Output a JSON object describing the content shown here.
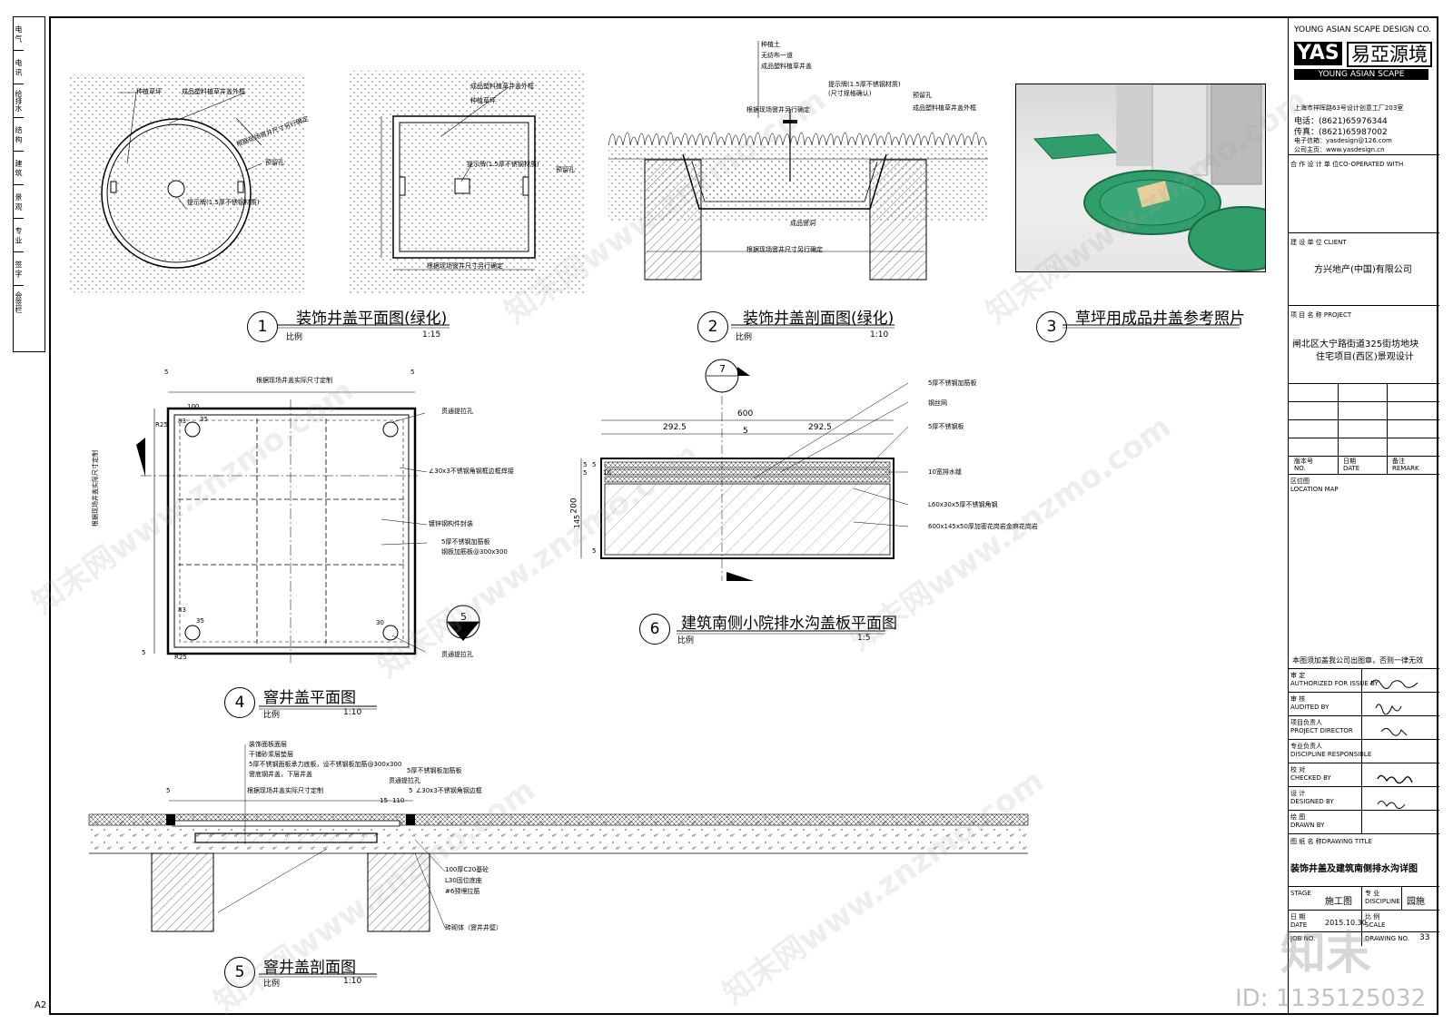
{
  "left_strip": [
    "电 气",
    "电 讯",
    "给排水",
    "结 构",
    "建 筑",
    "景 观",
    "专 业",
    "签 字",
    "会签栏"
  ],
  "sheet_size": "A2",
  "drawings": {
    "d1": {
      "number": "1",
      "title": "装饰井盖平面图(绿化)",
      "scale_label": "比例",
      "scale": "1:15",
      "notes": [
        "种植草坪",
        "成品塑料植草井盖外框",
        "根据现场窨井尺寸另行确定",
        "预留孔",
        "提示牌(1.5厚不锈钢材质)"
      ]
    },
    "d1b": {
      "notes": [
        "成品塑料植草井盖外框",
        "种植草坪",
        "提示牌(1.5厚不锈钢材质)",
        "预留孔",
        "根据现场窨井尺寸另行确定"
      ]
    },
    "d2": {
      "number": "2",
      "title": "装饰井盖剖面图(绿化)",
      "scale_label": "比例",
      "scale": "1:10",
      "notes": [
        "种植土",
        "无纺布一道",
        "成品塑料植草井盖",
        "提示牌(1.5厚不锈钢材质)",
        "(尺寸规格确认)",
        "预留孔",
        "成品塑料植草井盖外框",
        "根据现场窨井另行确定",
        "成品窨洞",
        "根据现场窨井尺寸另行确定"
      ]
    },
    "d3": {
      "number": "3",
      "title": "草坪用成品井盖参考照片"
    },
    "d4": {
      "number": "4",
      "title": "窨井盖平面图",
      "scale_label": "比例",
      "scale": "1:10",
      "notes": [
        "根据现场井盖实际尺寸定制",
        "贯通提拉孔",
        "∠30x3不锈钢角钢框边框焊接",
        "镀锌钢构件封装",
        "5厚不锈钢加筋板",
        "钢板加筋板@300x300",
        "贯通提拉孔",
        "根据现场井盖实际尺寸定制"
      ],
      "dims": [
        "5",
        "R25",
        "100",
        "35",
        "83",
        "5",
        "R25",
        "83",
        "35",
        "30",
        "5"
      ]
    },
    "d5": {
      "number": "5",
      "title": "窨井盖剖面图",
      "scale_label": "比例",
      "scale": "1:10",
      "notes": [
        "装饰面板面层",
        "干铺砂浆层垫层",
        "5厚不锈钢面板承力底板，设不锈钢板加筋@300x300",
        "窨底钢井盖，下层井盖",
        "贯通提拉孔",
        "根据现场井盖实际尺寸定制",
        "5厚不锈钢板加筋板",
        "∠30x3不锈钢角钢边框",
        "100厚C20基砼",
        "L30固位底座",
        "#6预埋拉筋",
        "砖砌体（窨井井壁）"
      ],
      "dims": [
        "5",
        "15",
        "110",
        "5"
      ]
    },
    "d6": {
      "number": "6",
      "title": "建筑南侧小院排水沟盖板平面图",
      "scale_label": "比例",
      "scale": "1:5",
      "section_mark": "7",
      "notes": [
        "5厚不锈钢加筋板",
        "钢丝网",
        "5厚不锈钢板",
        "10宽排水缝",
        "L60x30x5厚不锈钢角钢",
        "600x145x50厚加密花岗岩金麻花岗岩"
      ],
      "dims": [
        "600",
        "292.5",
        "5",
        "292.5",
        "200",
        "145",
        "5",
        "5",
        "5",
        "5",
        "10"
      ]
    }
  },
  "section_mark_d4": "5",
  "title_block": {
    "company_en": "YOUNG ASIAN SCAPE DESIGN CO.",
    "logo_yas": "YAS",
    "logo_cn": "易亞源境",
    "logo_sub": "YOUNG ASIAN SCAPE",
    "address": "上海市祥晖路63号设计创意工厂203室",
    "phone": "电话：(8621)65976344",
    "fax": "传真：(8621)65987002",
    "email": "电子信箱：yasdesign@126.com",
    "web": "公司主页：www.yasdesign.cn",
    "cooperate_label": "合 作 设 计 单 位CO-OPERATED WITH",
    "client_label": "建 设 单 位 CLIENT",
    "client": "方兴地产(中国)有限公司",
    "project_label": "项 目 名 称 PROJECT",
    "project_line1": "闸北区大宁路街道325街坊地块",
    "project_line2": "住宅项目(西区)景观设计",
    "rev_no": "版本号\nNO.",
    "rev_date": "日期\nDATE",
    "rev_remark": "备注\nREMARK",
    "location_label": "区位图\nLOCATION MAP",
    "stamp_note": "本图须加盖我公司出图章，否则一律无效",
    "authorized": "审 定\nAUTHORIZED FOR ISSUE BY",
    "audited": "审 核\nAUDITED BY",
    "director": "项目负责人\nPROJECT DIRECTOR",
    "discipline": "专业负责人\nDISCIPLINE RESPONSIBLE",
    "checked": "校 对\nCHECKED BY",
    "designed": "设 计\nDESIGNED BY",
    "drawn": "绘 图\nDRAWN BY",
    "drawing_title_label": "图 纸 名 称DRAWING TITLE",
    "drawing_title": "装饰井盖及建筑南侧排水沟详图",
    "status": "施工图",
    "status_label": "STAGE",
    "discipline_label": "专 业\nDISCIPLINE",
    "discipline_value": "园施",
    "date_label": "日 期\nDATE",
    "date_value": "2015.10.30",
    "scale_label2": "比 例\nSCALE",
    "job_label": "JOB NO.",
    "drawing_no_label": "DRAWING NO.",
    "drawing_no": "33"
  },
  "watermarks": [
    "知末网www.znzmo.com"
  ],
  "id_tag": "ID: 1135125032",
  "brand_mark": "知末"
}
